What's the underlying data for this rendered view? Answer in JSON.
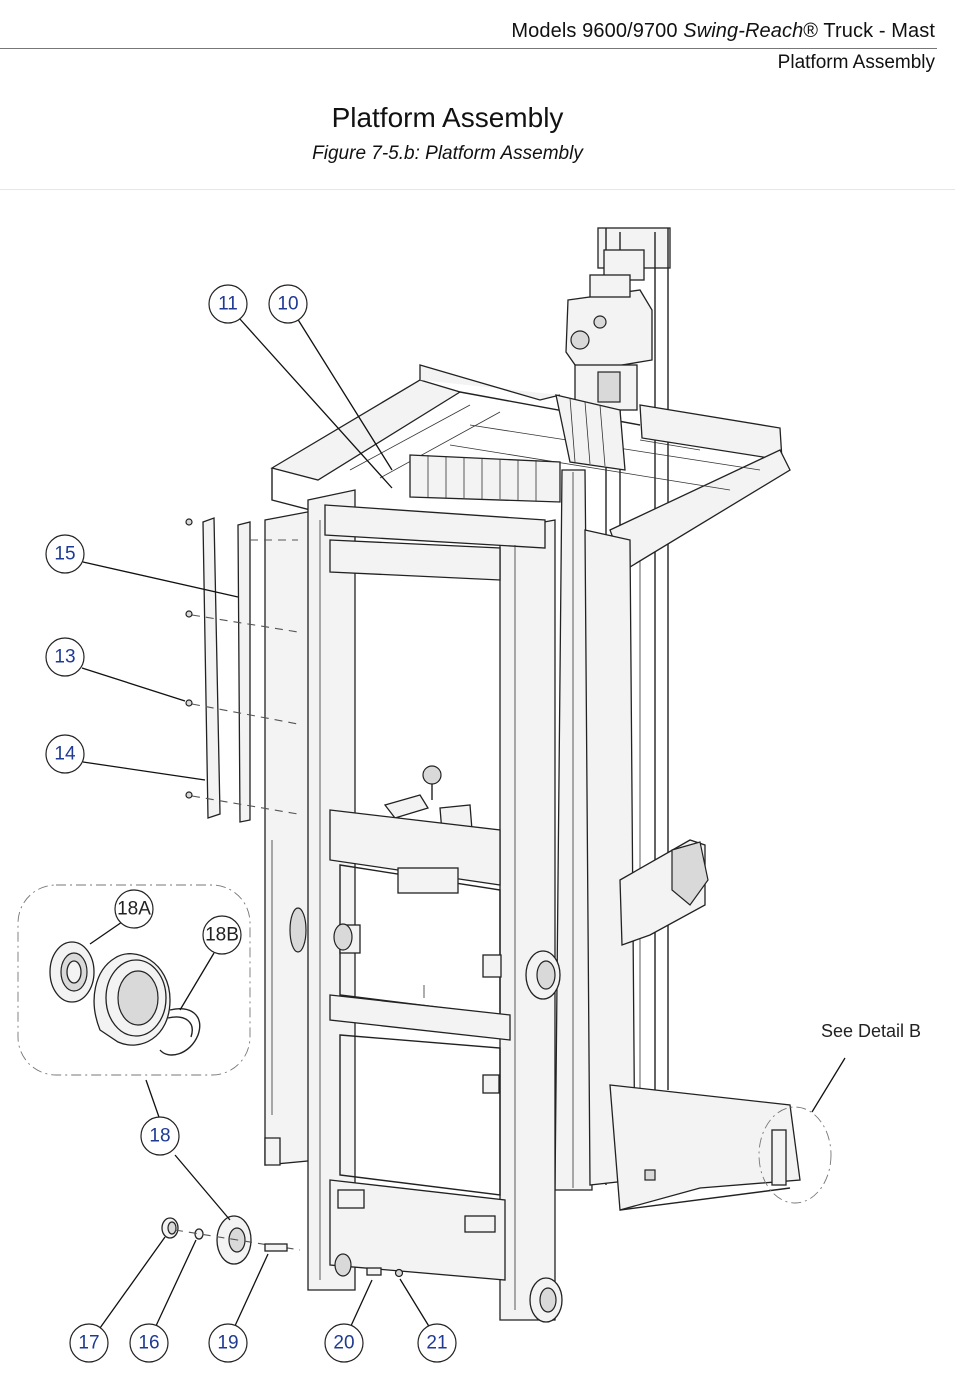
{
  "header": {
    "models_prefix": "Models 9600/9700 ",
    "product_name": "Swing-Reach",
    "product_suffix": "® Truck - Mast",
    "section": "Platform Assembly"
  },
  "page_title": "Platform Assembly",
  "figure_caption": "Figure 7-5.b: Platform Assembly",
  "detail_note": "See Detail B",
  "callouts": {
    "c10": "10",
    "c11": "11",
    "c13": "13",
    "c14": "14",
    "c15": "15",
    "c16": "16",
    "c17": "17",
    "c18": "18",
    "c18a": "18A",
    "c18b": "18B",
    "c19": "19",
    "c20": "20",
    "c21": "21"
  }
}
